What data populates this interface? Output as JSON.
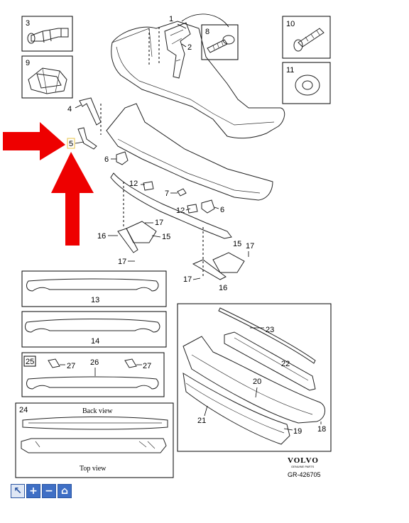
{
  "diagram": {
    "part_labels": {
      "p1": "1",
      "p2": "2",
      "p3": "3",
      "p4": "4",
      "p5": "5",
      "p6a": "6",
      "p6b": "6",
      "p7": "7",
      "p8": "8",
      "p9": "9",
      "p10": "10",
      "p11": "11",
      "p12a": "12",
      "p12b": "12",
      "p13": "13",
      "p14": "14",
      "p15a": "15",
      "p15b": "15",
      "p16a": "16",
      "p16b": "16",
      "p17a": "17",
      "p17b": "17",
      "p17c": "17",
      "p17d": "17",
      "p18": "18",
      "p19": "19",
      "p20": "20",
      "p21": "21",
      "p22": "22",
      "p23": "23",
      "p24": "24",
      "p25": "25",
      "p26": "26",
      "p27a": "27",
      "p27b": "27"
    },
    "captions": {
      "back_view": "Back view",
      "top_view": "Top view"
    },
    "brand": {
      "name": "VOLVO",
      "tagline": "GENUINE PARTS",
      "ref": "GR-426705"
    },
    "highlight_color": "#e8c547",
    "arrow_color": "#ee0000"
  },
  "toolbar": {
    "select_icon": "cursor-icon",
    "zoom_in_icon": "plus-icon",
    "zoom_out_icon": "minus-icon",
    "home_icon": "home-icon"
  }
}
